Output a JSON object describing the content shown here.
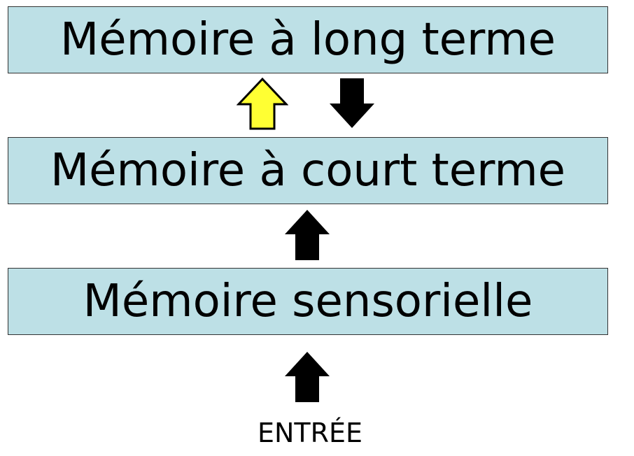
{
  "diagram": {
    "boxes": {
      "long_term": "Mémoire à long terme",
      "short_term": "Mémoire à court terme",
      "sensory": "Mémoire sensorielle"
    },
    "input_label": "ENTRÉE"
  },
  "colors": {
    "box_fill": "#bde0e6",
    "box_border": "#333333",
    "text": "#000000",
    "arrow": "#000000",
    "retrieval_arrow": "#ffff33"
  }
}
